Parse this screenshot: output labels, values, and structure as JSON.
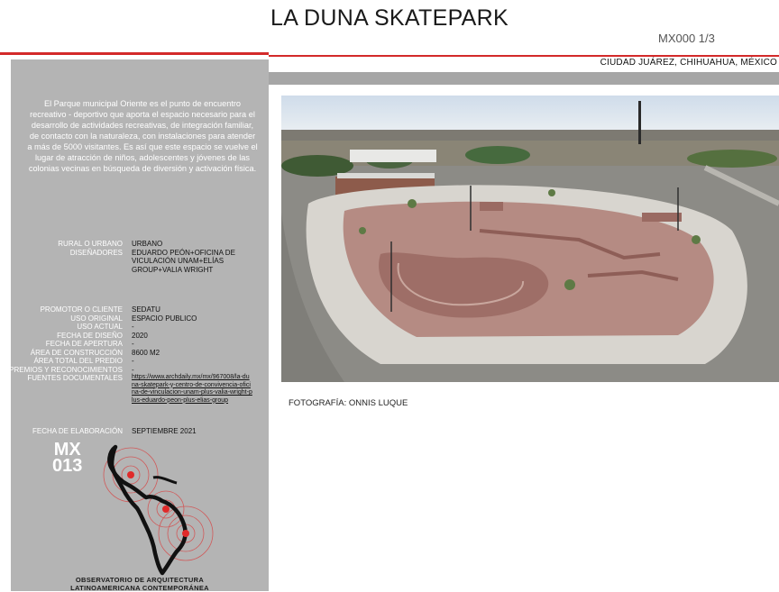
{
  "header": {
    "title": "LA DUNA SKATEPARK",
    "code": "MX000 1/3",
    "location": "CIUDAD JUÁREZ, CHIHUAHUA, MÉXICO"
  },
  "sidebar": {
    "intro": "El Parque municipal Oriente es el punto de encuentro recreativo - deportivo que aporta el espacio necesario para el desarrollo de actividades recreativas, de integración familiar, de contacto con la naturaleza, con instalaciones para atender a más de 5000 visitantes. Es así que este espacio se vuelve el lugar de atracción de niños, adolescentes y jóvenes de las colonias vecinas en búsqueda de diversión y activación física.",
    "group1": [
      {
        "label": "RURAL O URBANO",
        "value": "URBANO"
      },
      {
        "label": "DISEÑADORES",
        "value": "EDUARDO PEÓN+OFICINA DE VICULACIÓN UNAM+ELÍAS GROUP+VALIA WRIGHT"
      }
    ],
    "group2": [
      {
        "label": "PROMOTOR O CLIENTE",
        "value": "SEDATU"
      },
      {
        "label": "USO ORIGINAL",
        "value": "ESPACIO PUBLICO"
      },
      {
        "label": "USO ACTUAL",
        "value": "-"
      },
      {
        "label": "FECHA DE DISEÑO",
        "value": "2020"
      },
      {
        "label": "FECHA DE APERTURA",
        "value": "-"
      },
      {
        "label": "ÁREA DE CONSTRUCCIÓN",
        "value": "8600 M2"
      },
      {
        "label": "ÁREA TOTAL DEL PREDIO",
        "value": "-"
      },
      {
        "label": "PREMIOS Y RECONOCIMIENTOS",
        "value": "-"
      }
    ],
    "sources_label": "FUENTES DOCUMENTALES",
    "sources_url": "https://www.archdaily.mx/mx/967008/la-duna-skatepark-y-centro-de-convivencia-oficina-de-vinculacion-unam-plus-valia-wright-plus-eduardo-peon-plus-elias-group",
    "elaboration_label": "FECHA DE ELABORACIÓN",
    "elaboration_value": "SEPTIEMBRE 2021",
    "badge_line1": "MX",
    "badge_line2": "013",
    "observatorio_line1": "OBSERVATORIO DE ARQUITECTURA",
    "observatorio_line2": "LATINOAMERICANA CONTEMPORÁNEA"
  },
  "photo": {
    "caption": "FOTOGRAFÍA: ONNIS LUQUE"
  }
}
